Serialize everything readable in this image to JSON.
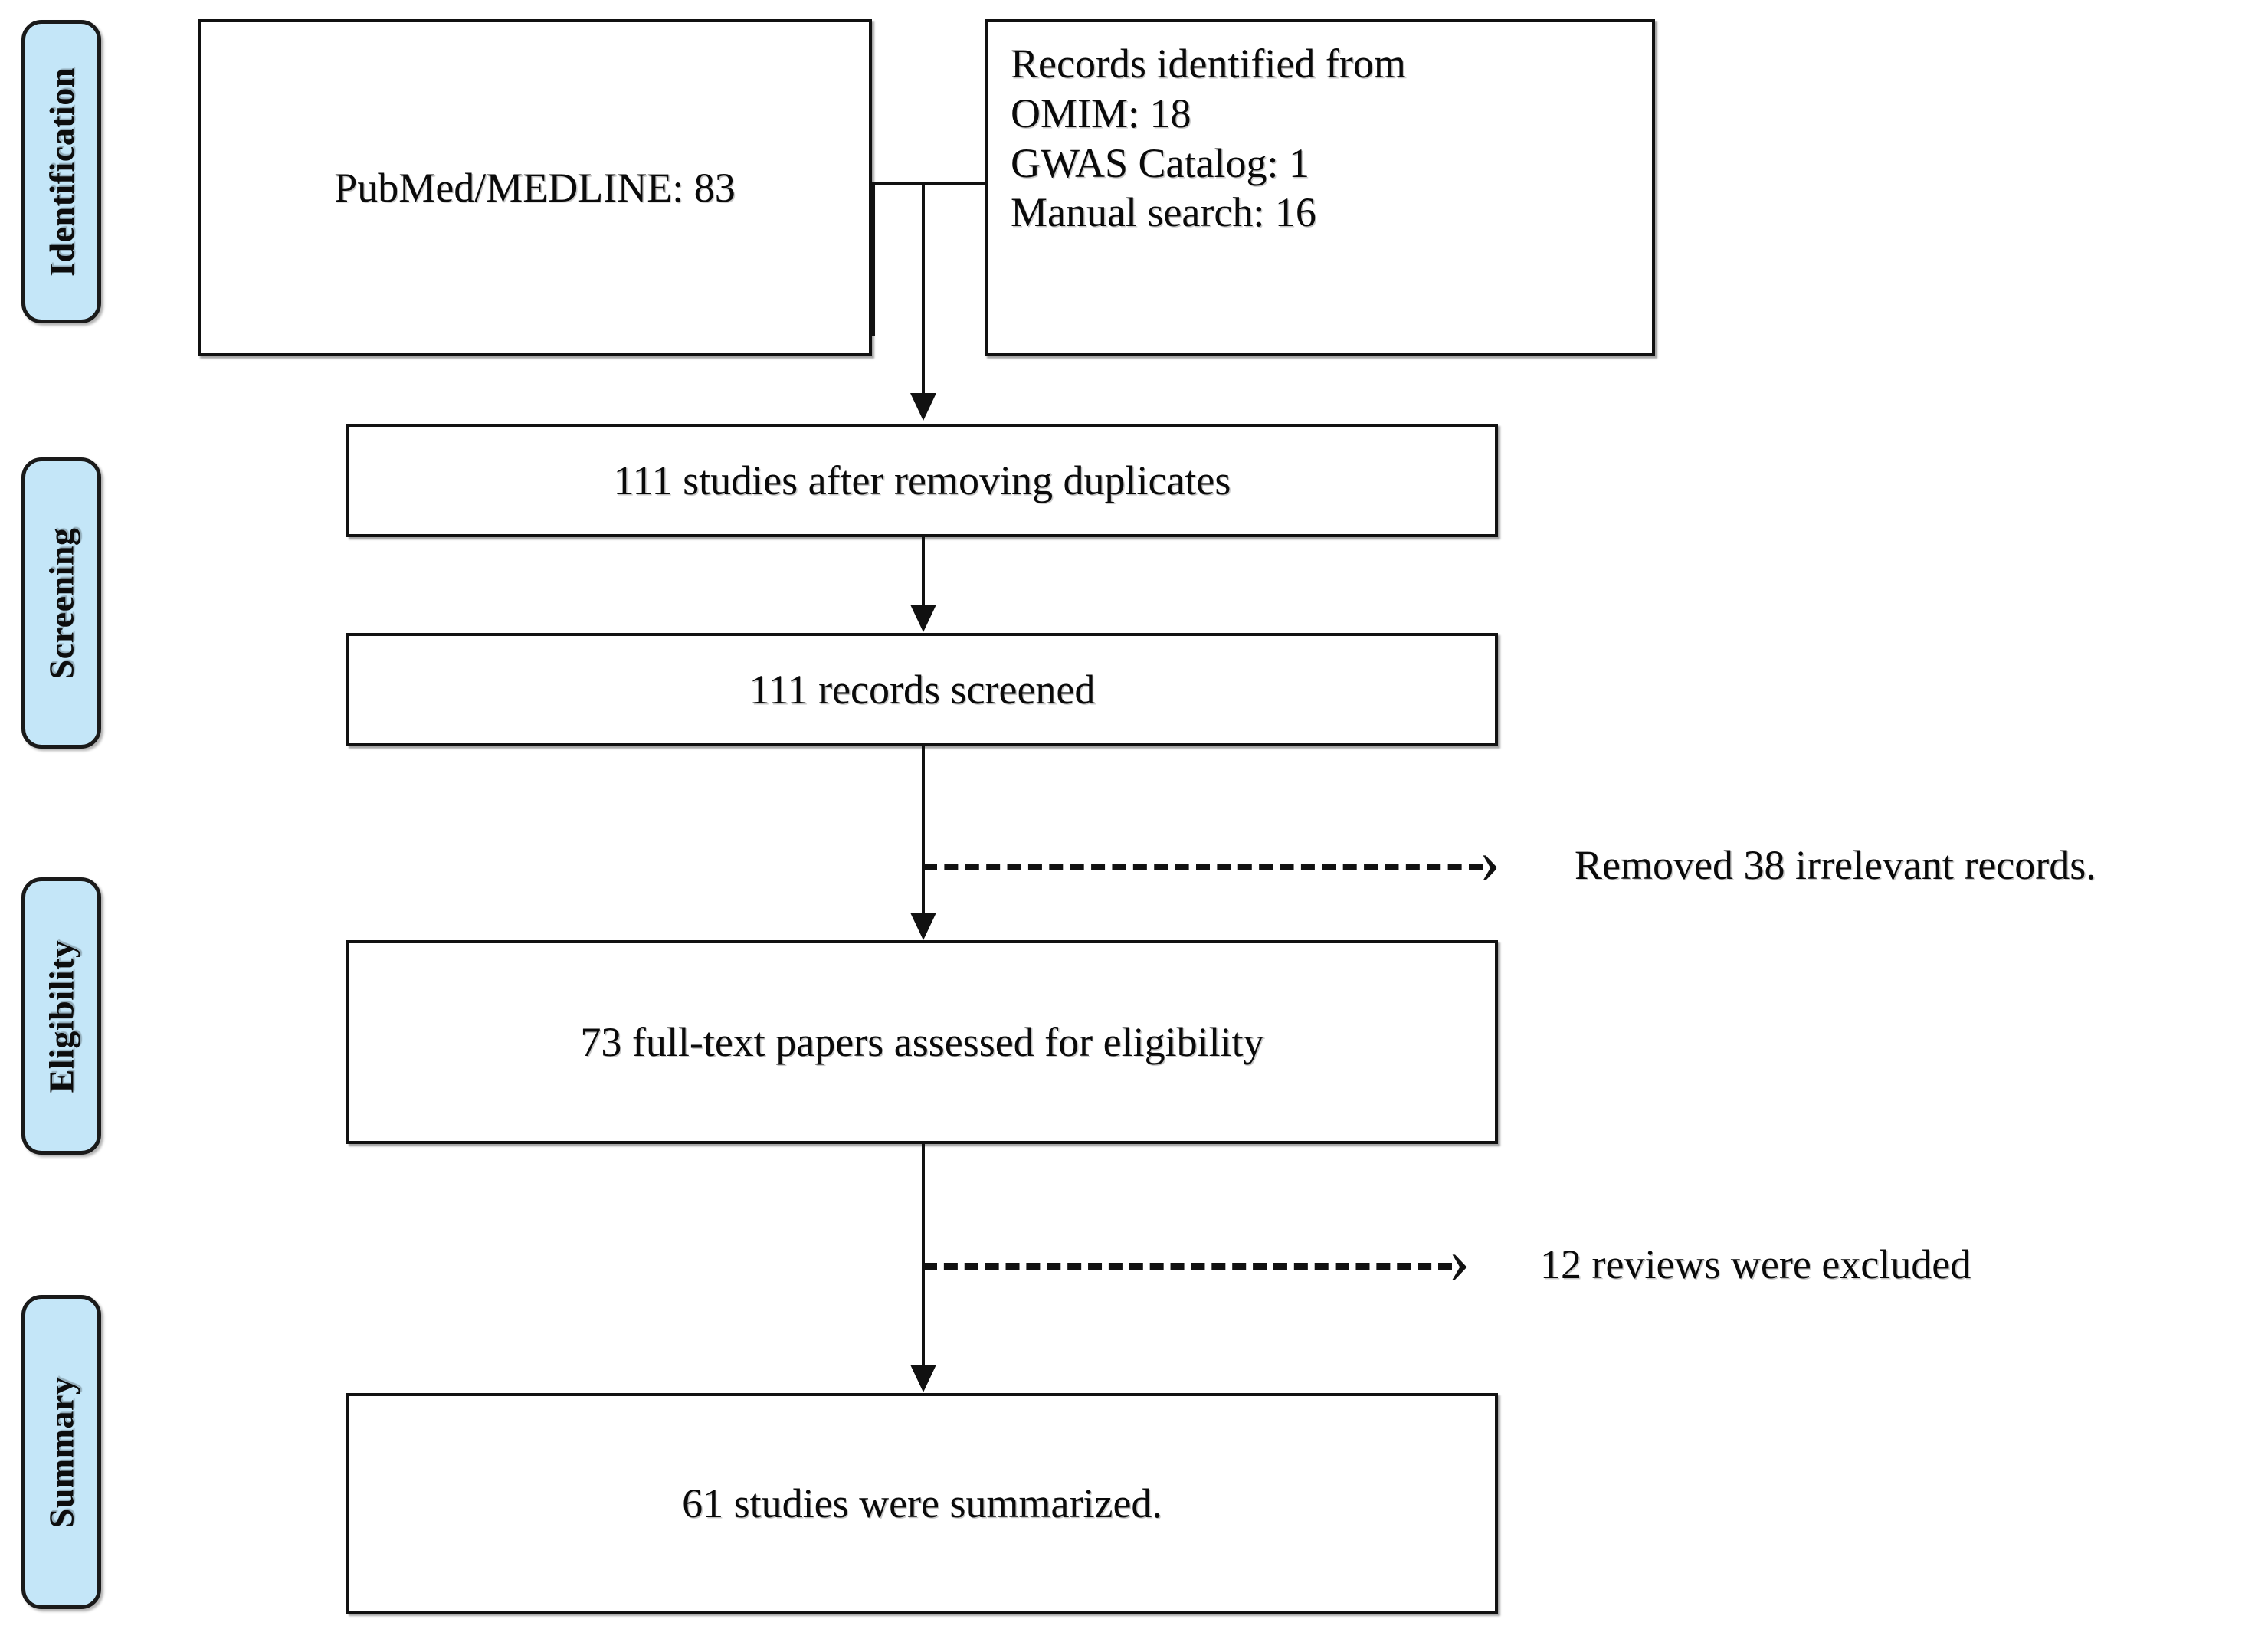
{
  "diagram": {
    "type": "prisma-flow-diagram",
    "stages": [
      {
        "id": "identification",
        "label": "Identification"
      },
      {
        "id": "screening",
        "label": "Screening"
      },
      {
        "id": "eligibility",
        "label": "Eligibility"
      },
      {
        "id": "summary",
        "label": "Summary"
      }
    ],
    "boxes": {
      "pubmed": {
        "text": "PubMed/MEDLINE: 83"
      },
      "other_sources": {
        "lines": [
          "Records identified from",
          "OMIM: 18",
          "GWAS Catalog: 1",
          "Manual search: 16"
        ]
      },
      "duplicates": {
        "text": "111 studies after removing duplicates"
      },
      "screened": {
        "text": "111 records screened"
      },
      "fulltext": {
        "text": "73 full-text papers assessed for eligibility"
      },
      "summarized": {
        "text": "61 studies were summarized."
      }
    },
    "exclusions": [
      {
        "id": "removed-irrelevant",
        "text": "Removed  38 irrelevant records."
      },
      {
        "id": "reviews-excluded",
        "text": "12 reviews  were  excluded"
      }
    ],
    "colors": {
      "stage_tab_fill": "#c4e6f8",
      "stroke": "#111111",
      "box_fill": "#ffffff",
      "text": "#0a0a0a"
    }
  }
}
